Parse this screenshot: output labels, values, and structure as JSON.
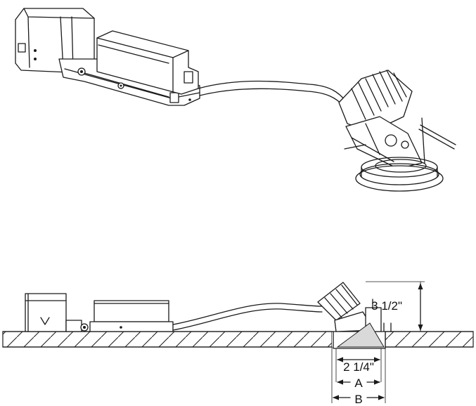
{
  "dimensions": {
    "height": "3 1/2\"",
    "aperture": "2 1/4\"",
    "cutout_a": "A",
    "cutout_b": "B"
  }
}
